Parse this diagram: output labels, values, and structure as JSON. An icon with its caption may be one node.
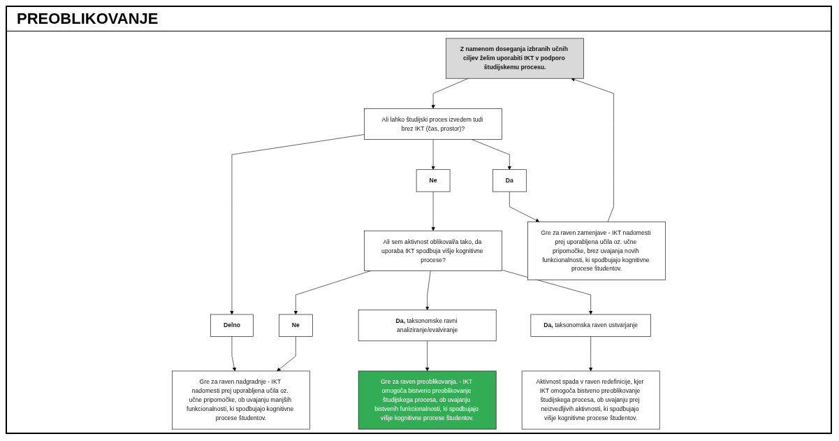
{
  "diagram": {
    "title": "PREOBLIKOVANJE",
    "nodes": [
      {
        "text": [
          "Z namenom doseganja izbranih učnih ciljev želim uporabiti IKT v podporo študijskemu procesu."
        ]
      },
      {
        "text": [
          "Ali lahko študijski proces izvedem tudi brez IKT (čas, prostor)?"
        ]
      },
      {
        "text": [
          "Gre za raven nadgradnje - IKT nadomesti prej uporabljena učila oz. učne pripomočke, ob uvajanju manjših funkcionalnosti, ki spodbujajo kognitivne procese študentov."
        ]
      },
      {
        "text": [
          "Delno"
        ]
      },
      {
        "text": [
          "Ne"
        ]
      },
      {
        "text": [
          "Da"
        ]
      },
      {
        "text": [
          "Gre za raven zamenjave - IKT nadomesti prej uporabljena učila oz. učne pripomočke, brez uvajanja novih funkcionalnosti, ki spodbujajo kognitivne procese študentov."
        ]
      },
      {
        "text": [
          "Ali sem aktivnost oblikoval/a tako, da uporaba IKT spodbuja višje kognitivne procese?"
        ]
      },
      {
        "text": [
          "Ne"
        ]
      },
      {
        "text": [
          "**Da,** taksonomske ravni analiziranje/evalviranje"
        ]
      },
      {
        "text": [
          "**Da,** taksonomska raven ustvarjanje"
        ]
      },
      {
        "text": [
          "Gre za raven preoblikovanja. - IKT omogoča bistveno preoblikovanje študijskega procesa, ob uvajanju bistvenih funkcionalnosti, ki spodbujajo višje kognitivne procese študentov."
        ]
      },
      {
        "text": [
          "Aktivnost spada v raven redefinicije, kjer IKT omogoča bistveno preoblikovanje študijskega procesa, ob uvajanju prej neizvedljivih aktivnosti, ki spodbujajo višje kognitivne procese študentov."
        ]
      }
    ],
    "edges": [
      {
        "from": 0,
        "to": 1,
        "arrow": "to"
      },
      {
        "from": 1,
        "to": 3,
        "arrow": "to"
      },
      {
        "from": 1,
        "to": 4,
        "arrow": "to"
      },
      {
        "from": 1,
        "to": 5,
        "arrow": "to"
      },
      {
        "from": 3,
        "to": 2,
        "arrow": "to"
      },
      {
        "from": 5,
        "to": 6,
        "arrow": "to"
      },
      {
        "from": 6,
        "to": 0,
        "arrow": "to"
      },
      {
        "from": 4,
        "to": 7,
        "arrow": "to"
      },
      {
        "from": 7,
        "to": 8,
        "arrow": "to"
      },
      {
        "from": 7,
        "to": 9,
        "arrow": "to"
      },
      {
        "from": 7,
        "to": 10,
        "arrow": "to"
      },
      {
        "from": 8,
        "to": 2,
        "arrow": "to"
      },
      {
        "from": 9,
        "to": 11,
        "arrow": "to"
      },
      {
        "from": 10,
        "to": 12,
        "arrow": "to"
      }
    ]
  }
}
